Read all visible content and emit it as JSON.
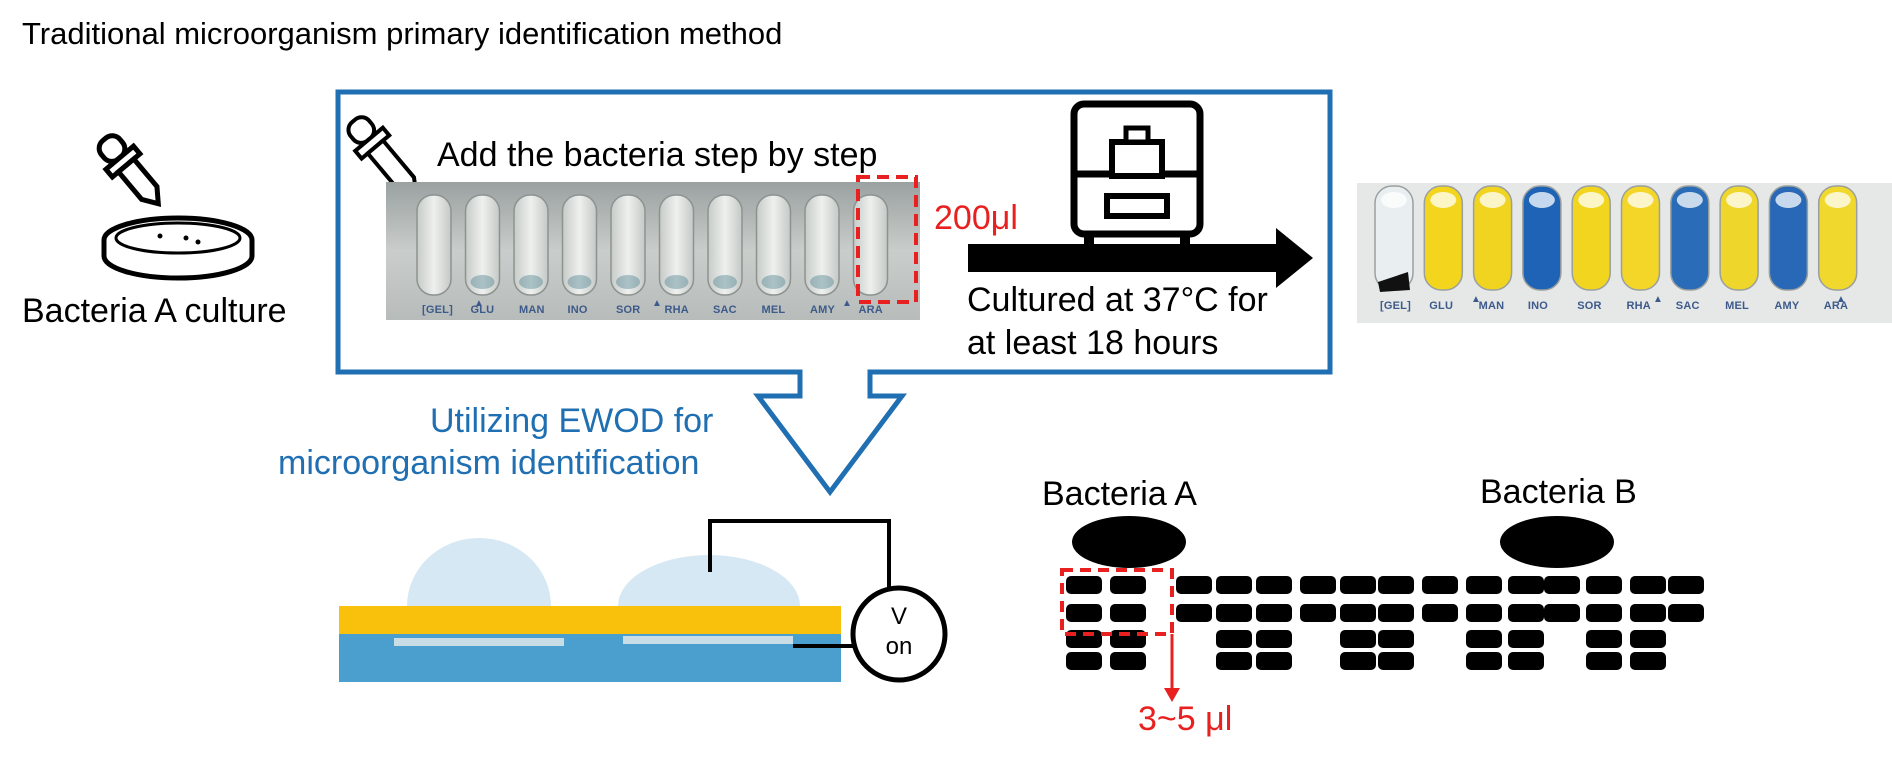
{
  "title": "Traditional microorganism primary identification method",
  "culture": {
    "label": "Bacteria A culture",
    "icon": "petri-dish-with-dropper-icon"
  },
  "traditional": {
    "add_label": "Add the bacteria step by step",
    "volume": "200μl",
    "incubation_line1": "Cultured at 37°C for",
    "incubation_line2": "at least 18 hours",
    "incubator_icon": "incubator-icon",
    "strip_tubes": [
      "[GEL]",
      "GLU",
      "MAN",
      "INO",
      "SOR",
      "RHA",
      "SAC",
      "MEL",
      "AMY",
      "ARA"
    ],
    "triangle_marker": "▲"
  },
  "result_strip": {
    "tube_colors": [
      "#e9eef0",
      "#f2d51c",
      "#f0d420",
      "#1f63b6",
      "#f1d51e",
      "#f3d628",
      "#2a6cb8",
      "#eed62a",
      "#2868b6",
      "#f0d82c"
    ]
  },
  "ewod": {
    "label_line1": "Utilizing EWOD for",
    "label_line2": "microorganism identification",
    "voltage_line1": "V",
    "voltage_line2": "on",
    "colors": {
      "electrode_layer": "#f9c10c",
      "substrate": "#4a9fcf",
      "droplet": "#d6e8f4",
      "accent_blue": "#1f6fb2",
      "highlight_red": "#e8201f"
    }
  },
  "array": {
    "bacteria_a": "Bacteria A",
    "bacteria_b": "Bacteria B",
    "volume": "3~5 μl"
  }
}
